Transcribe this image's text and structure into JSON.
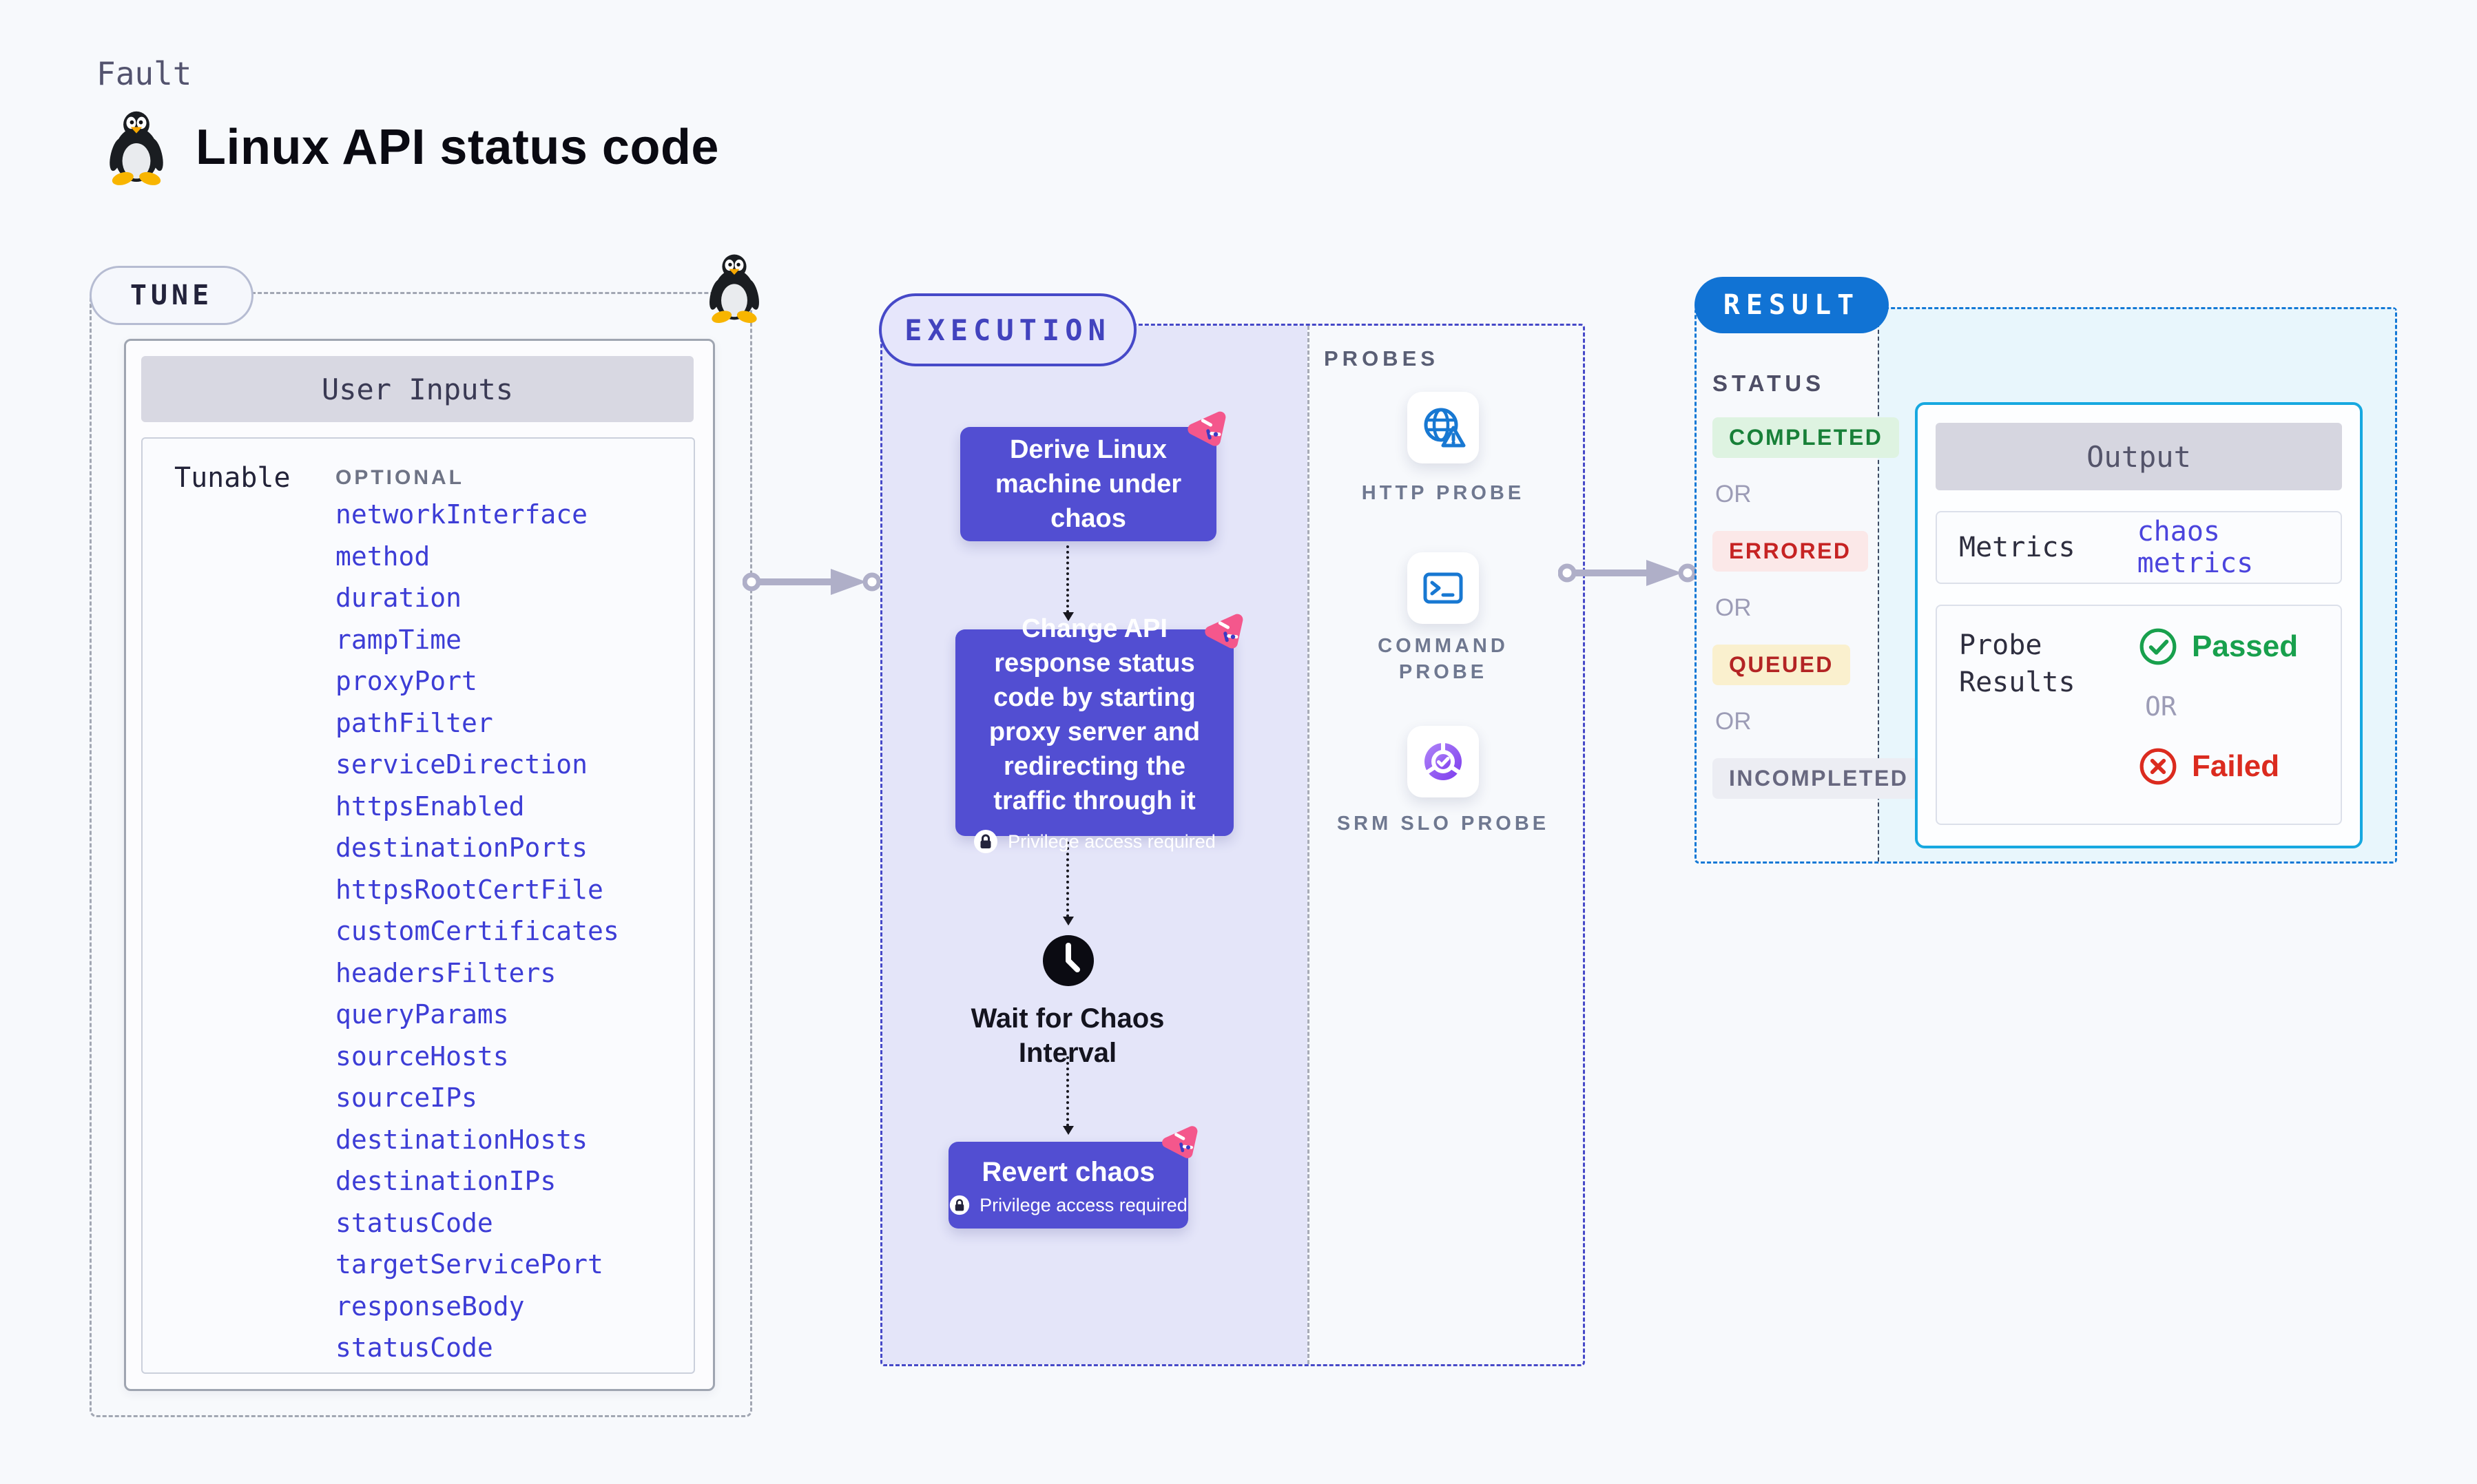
{
  "page": {
    "kicker": "Fault",
    "title": "Linux API status code"
  },
  "tune": {
    "label": "TUNE",
    "card_title": "User Inputs",
    "row_label": "Tunable",
    "column_label": "OPTIONAL",
    "params": [
      "networkInterface",
      "method",
      "duration",
      "rampTime",
      "proxyPort",
      "pathFilter",
      "serviceDirection",
      "httpsEnabled",
      "destinationPorts",
      "httpsRootCertFile",
      "customCertificates",
      "headersFilters",
      "queryParams",
      "sourceHosts",
      "sourceIPs",
      "destinationHosts",
      "destinationIPs",
      "statusCode",
      "targetServicePort",
      "responseBody",
      "statusCode"
    ]
  },
  "execution": {
    "label": "EXECUTION",
    "step1_text": "Derive Linux machine under chaos",
    "step2_text": "Change API response status code by starting proxy server and redirecting the traffic through it",
    "wait_text": "Wait for Chaos Interval",
    "step4_text": "Revert chaos",
    "privilege_label": "Privilege access required"
  },
  "probes": {
    "label": "PROBES",
    "items": [
      {
        "name": "HTTP PROBE",
        "icon": "globe-alert-icon"
      },
      {
        "name": "COMMAND PROBE",
        "icon": "terminal-icon"
      },
      {
        "name": "SRM SLO PROBE",
        "icon": "slo-donut-icon"
      }
    ]
  },
  "result": {
    "label": "RESULT",
    "status_label": "STATUS",
    "or_label": "OR",
    "statuses": [
      {
        "text": "COMPLETED",
        "fg": "#188038",
        "bg": "#DEF3E1"
      },
      {
        "text": "ERRORED",
        "fg": "#C62323",
        "bg": "#FBE8E8"
      },
      {
        "text": "QUEUED",
        "fg": "#B32424",
        "bg": "#FAF0CE"
      },
      {
        "text": "INCOMPLETED",
        "fg": "#67677F",
        "bg": "#ECEDF3"
      }
    ],
    "output": {
      "title": "Output",
      "metrics_label": "Metrics",
      "metrics_value": "chaos metrics",
      "probe_results_label": "Probe Results",
      "passed_label": "Passed",
      "or_label": "OR",
      "failed_label": "Failed"
    }
  },
  "colors": {
    "page_bg": "#F7F9FC",
    "indigo_accent": "#4649C8",
    "node_fill": "#524ED2",
    "result_blue": "#1173D4",
    "output_border": "#16A8E0",
    "param_text": "#3D3DD6",
    "pink_logo": "#F4578C",
    "probe_icon_blue": "#1878D2",
    "srm_purple": "#8B5CF6",
    "passed_green": "#18A04D",
    "failed_red": "#DB2B1F"
  }
}
